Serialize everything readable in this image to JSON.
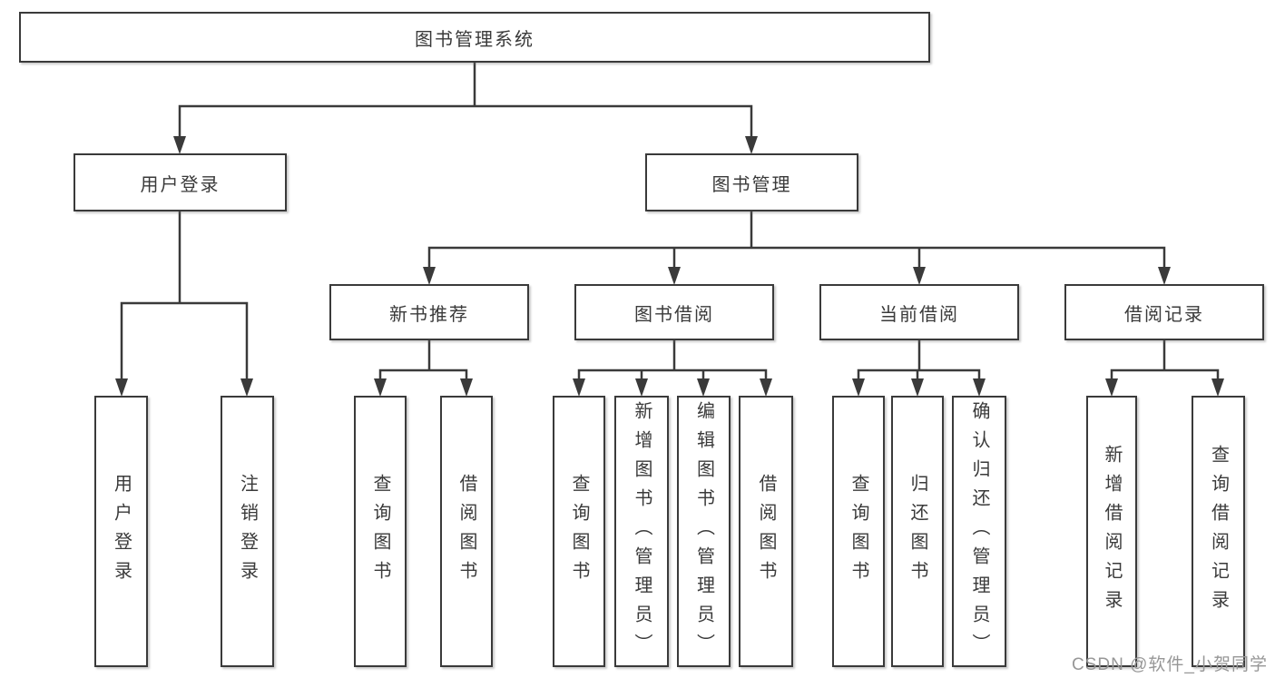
{
  "nodes": {
    "root": "图书管理系统",
    "level2": [
      "用户登录",
      "图书管理"
    ],
    "level3": [
      "新书推荐",
      "图书借阅",
      "当前借阅",
      "借阅记录"
    ],
    "leaves": [
      "用户登录",
      "注销登录",
      "查询图书",
      "借阅图书",
      "查询图书",
      "新增图书（管理员）",
      "编辑图书（管理员）",
      "借阅图书",
      "查询图书",
      "归还图书",
      "确认归还（管理员）",
      "新增借阅记录",
      "查询借阅记录"
    ]
  },
  "watermark": "CSDN @软件_小贺同学",
  "colors": {
    "line": "#3a3a3a",
    "box_border": "#3a3a3a",
    "text": "#3a3a3a",
    "watermark": "#979797",
    "background": "#ffffff"
  }
}
